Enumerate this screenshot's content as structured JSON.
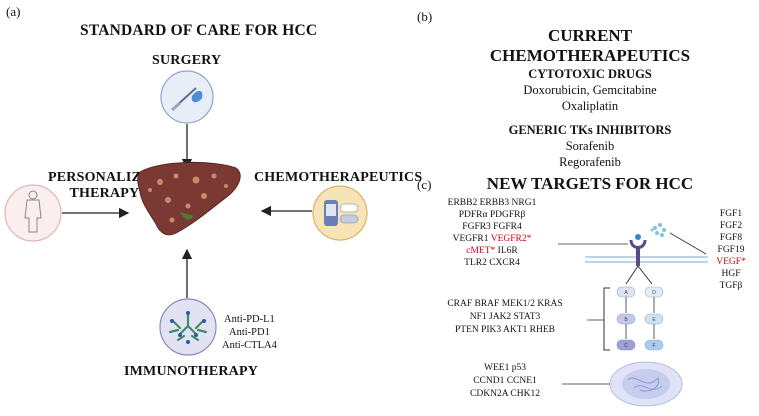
{
  "panel_a": {
    "label": "(a)",
    "title": "STANDARD OF CARE FOR HCC",
    "surgery": "SURGERY",
    "personalized": [
      "PERSONALIZED",
      "THERAPY"
    ],
    "chemo": "CHEMOTHERAPEUTICS",
    "immuno": "IMMUNOTHERAPY",
    "immuno_drugs": [
      "Anti-PD-L1",
      "Anti-PD1",
      "Anti-CTLA4"
    ]
  },
  "panel_b": {
    "label": "(b)",
    "title": [
      "CURRENT",
      "CHEMOTHERAPEUTICS"
    ],
    "cytotoxic_heading": "CYTOTOXIC DRUGS",
    "cytotoxic_drugs": [
      "Doxorubicin, Gemcitabine",
      "Oxaliplatin"
    ],
    "tk_heading": "GENERIC TKs INHIBITORS",
    "tk_drugs": [
      "Sorafenib",
      "Regorafenib"
    ]
  },
  "panel_c": {
    "label": "(c)",
    "title": "NEW TARGETS FOR HCC",
    "receptors": [
      "ERBB2 ERBB3 NRG1",
      "PDFRα PDGFRβ",
      "FGFR3 FGFR4"
    ],
    "receptors_line4_a": "VEGFR1 ",
    "receptors_line4_b": "VEGFR2*",
    "receptors_line5_a": "cMET*",
    "receptors_line5_b": " IL6R",
    "receptors_line6": "TLR2 CXCR4",
    "ligands": [
      "FGF1",
      "FGF2",
      "FGF8",
      "FGF19"
    ],
    "ligand_red": "VEGF*",
    "ligands_tail": [
      "HGF",
      "TGFβ"
    ],
    "kinases": [
      "CRAF BRAF MEK1/2 KRAS",
      "NF1 JAK2 STAT3",
      "PTEN PIK3 AKT1 RHEB"
    ],
    "nuclear": [
      "WEE1 p53",
      "CCND1 CCNE1",
      "CDKN2A CHK12"
    ],
    "pathway_nodes": [
      "A",
      "B",
      "C",
      "D",
      "E",
      "F"
    ]
  },
  "colors": {
    "red": "#d0021b",
    "surgery_circle": "#e8eef8",
    "personalized_circle": "#fbeeee",
    "chemo_circle": "#f6e3b6",
    "immuno_circle": "#e3e2f2",
    "liver": "#7a3a33",
    "membrane": "#bcd3ee"
  }
}
